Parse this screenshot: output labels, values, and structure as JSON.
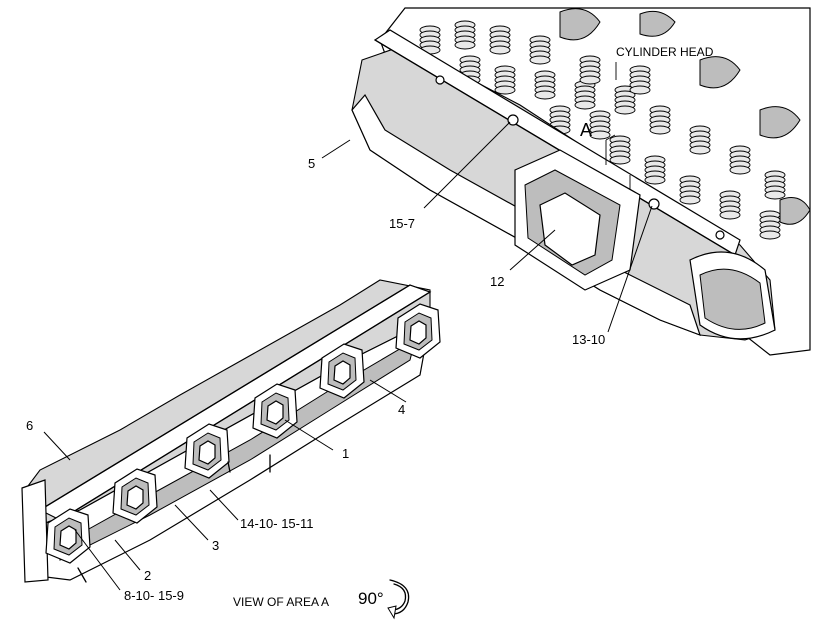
{
  "labels": {
    "cylinder_head": "CYLINDER HEAD",
    "area_a": "A",
    "p1": "1",
    "p2": "2",
    "p3": "3",
    "p4": "4",
    "p5": "5",
    "p6": "6",
    "p12": "12",
    "p15_7": "15-7",
    "p13_10": "13-10",
    "p14_10_15_11": "14-10- 15-11",
    "p8_10_15_9": "8-10- 15-9",
    "view_of_area": "VIEW OF AREA  A",
    "rotation": "90°"
  },
  "icons": [
    "rotation-arrow-icon"
  ]
}
